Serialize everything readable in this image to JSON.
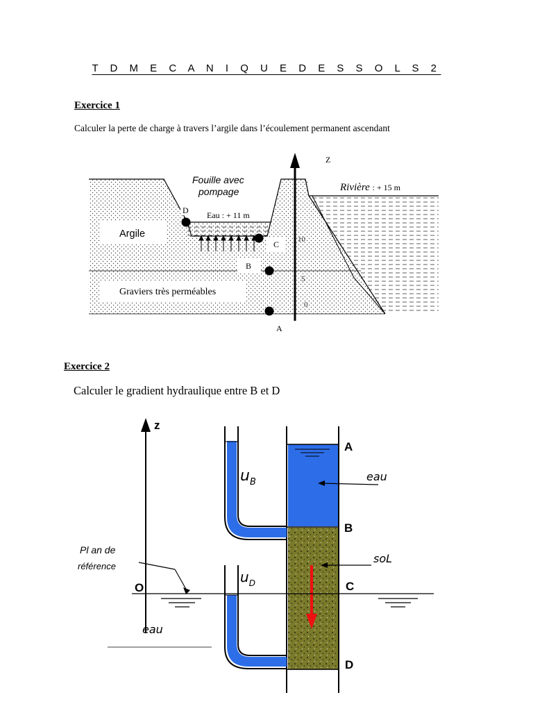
{
  "doc": {
    "title": "T D  M E C A N I Q U E  D E S  S O L S  2",
    "ex1": {
      "heading": "Exercice 1",
      "text": "Calculer la perte de charge à travers l’argile dans l’écoulement permanent ascendant"
    },
    "ex2": {
      "heading": "Exercice 2",
      "text": "Calculer le gradient hydraulique entre B et D"
    }
  },
  "fig1": {
    "z_axis": "Z",
    "fouille": [
      "Fouille avec",
      "pompage"
    ],
    "riviere_name": "Rivière",
    "riviere_level": ": + 15 m",
    "eau": "Eau : + 11 m",
    "argile": "Argile",
    "graviers": "Graviers très perméables",
    "points": {
      "a": "A",
      "b": "B",
      "c": "C",
      "d": "D"
    },
    "ticks": [
      "10",
      "5",
      "0"
    ]
  },
  "fig2": {
    "z_axis": "z",
    "uB": "u",
    "uB_sub": "B",
    "uD": "u",
    "uD_sub": "D",
    "plan": [
      "Pl an de",
      "référence"
    ],
    "origin": "O",
    "eau_left": "eau",
    "eau_right": "eau",
    "sol": "soL",
    "points": {
      "a": "A",
      "b": "B",
      "c": "C",
      "d": "D"
    },
    "colors": {
      "water": "#2d6ee8",
      "soil": "#7a7a2a",
      "arrow": "#ee1111"
    }
  }
}
